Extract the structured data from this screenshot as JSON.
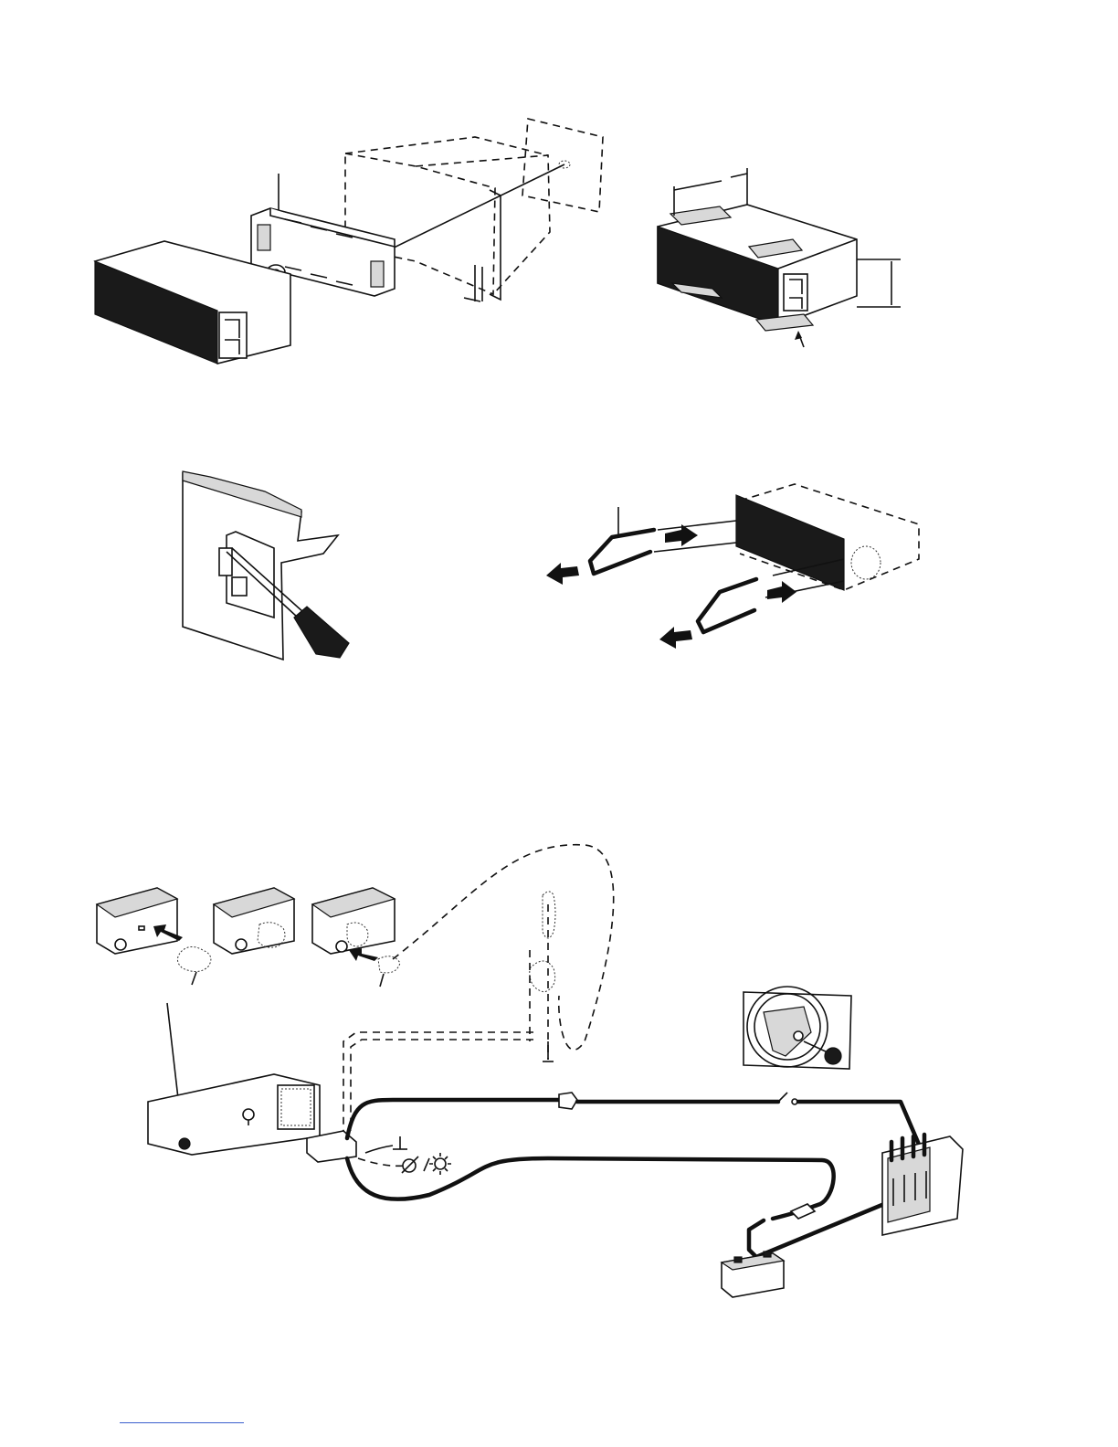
{
  "page": {
    "figures": [
      {
        "id": "fig-install-exploded",
        "text": ""
      },
      {
        "id": "fig-dimensions",
        "text": ""
      },
      {
        "id": "fig-release-tabs",
        "text": ""
      },
      {
        "id": "fig-removal-keys",
        "text": ""
      },
      {
        "id": "fig-wiring",
        "text": ""
      }
    ],
    "colors": {
      "line": "#111111",
      "panel": "#1a1a1a",
      "footer_rule": "#3a5fcd"
    },
    "icons": [
      "screwdriver-icon",
      "battery-icon",
      "ignition-key-icon",
      "steering-wheel-icon",
      "ground-symbol-icon",
      "illumination-symbol-icon",
      "arrow-icon"
    ]
  }
}
